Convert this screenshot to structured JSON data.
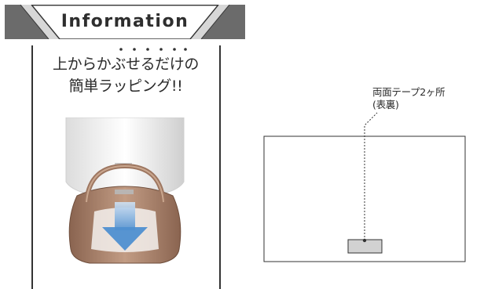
{
  "banner": {
    "title": "Information"
  },
  "headline": {
    "line1": "上からかぶせるだけの",
    "line2": "簡単ラッピング!!"
  },
  "diagram": {
    "callout_line1": "両面テープ2ヶ所",
    "callout_line2": "(表裏)"
  },
  "colors": {
    "banner_gray": "#6b6b6b",
    "banner_light": "#e4e4e4",
    "arrow_blue": "#4f8fd0",
    "wrap_brown": "#a07a62",
    "tape_gray": "#d2d2d2"
  },
  "icons": {
    "illustration": "gift-wrap-cover-illustration",
    "dots": "emphasis-dots"
  }
}
